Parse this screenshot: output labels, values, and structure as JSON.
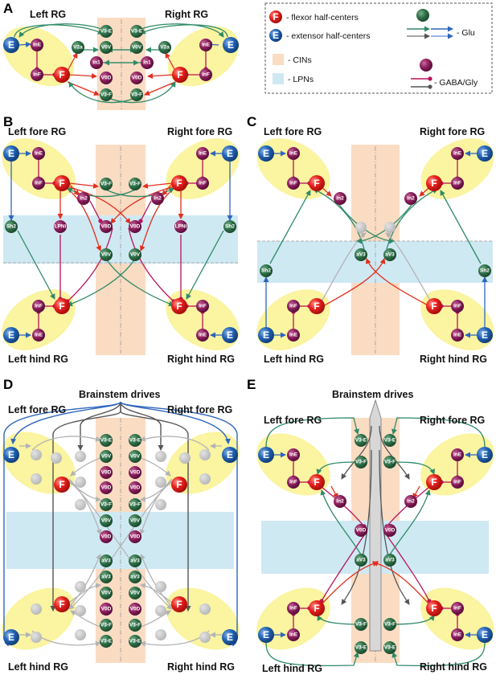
{
  "panels": {
    "A": {
      "letter": "A",
      "left": "Left RG",
      "right": "Right RG"
    },
    "B": {
      "letter": "B",
      "tl": "Left fore RG",
      "tr": "Right fore RG",
      "bl": "Left hind RG",
      "br": "Right hind RG"
    },
    "C": {
      "letter": "C",
      "tl": "Left fore RG",
      "tr": "Right fore RG",
      "bl": "Left hind RG",
      "br": "Right hind RG"
    },
    "D": {
      "letter": "D",
      "drives": "Brainstem drives",
      "tl": "Left fore RG",
      "tr": "Right fore RG",
      "bl": "Left hind RG",
      "br": "Right hind RG"
    },
    "E": {
      "letter": "E",
      "drives": "Brainstem drives",
      "tl": "Left fore RG",
      "tr": "Right fore RG",
      "bl": "Left hind RG",
      "br": "Right hind RG"
    }
  },
  "legend": {
    "flexor_letter": "F",
    "flexor": "- flexor half-centers",
    "extensor_letter": "E",
    "extensor": "- extensor half-centers",
    "glu": "- Glu",
    "cins": "- CINs",
    "lpns": "- LPNs",
    "gaba": "- GABA/Gly"
  },
  "node_labels": {
    "F": "F",
    "E": "E",
    "InE": "InE",
    "InF": "InF",
    "V2a": "V2a",
    "In1": "In1",
    "In2": "In2",
    "V0V": "V0V",
    "V0D": "V0D",
    "V3E": "V3-E",
    "V3F": "V3-F",
    "aV3": "aV3",
    "Sh2": "Sh2",
    "LPNi": "LPNi"
  },
  "colors": {
    "flexor": "#e8201e",
    "extensor": "#1f5fae",
    "glu_neuron": "#2f7048",
    "inhib_neuron": "#8c1e5d",
    "cin_band": "#fadcc3",
    "lpn_band": "#cfe9f3",
    "rg_ellipse": "#fbf4a0",
    "glu_green": "#2e8a66",
    "glu_blue": "#2e66bb",
    "inhib": "#b8125a",
    "red_edge": "#e0301e",
    "gray": "#b3b3b3",
    "dark": "#555555"
  }
}
